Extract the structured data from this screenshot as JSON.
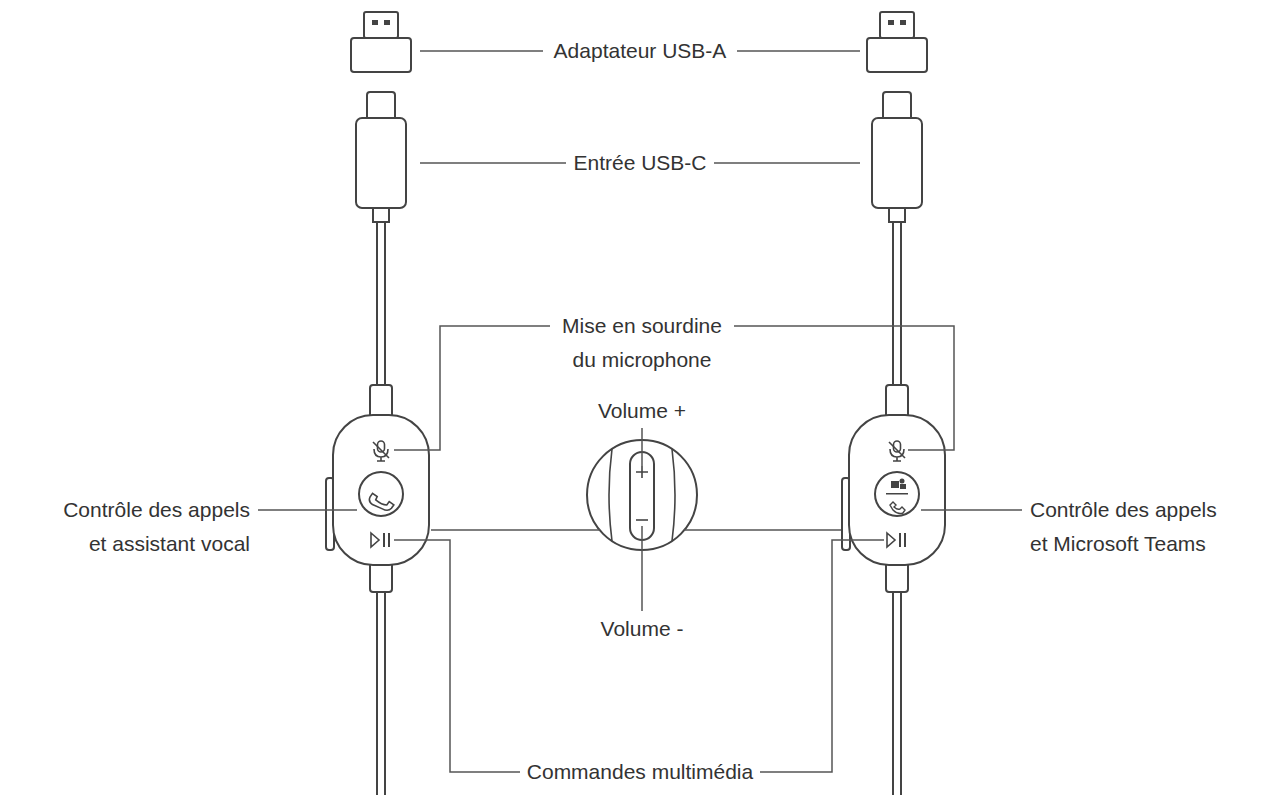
{
  "diagram": {
    "labels": [
      "Adaptateur USB-A",
      "Entrée USB-C",
      "Mise en sourdine du microphone",
      "Volume +",
      "Contrôle des appels et assistant vocal",
      "Contrôle des appels et Microsoft Teams",
      "Volume -",
      "Commandes multimédia"
    ]
  }
}
